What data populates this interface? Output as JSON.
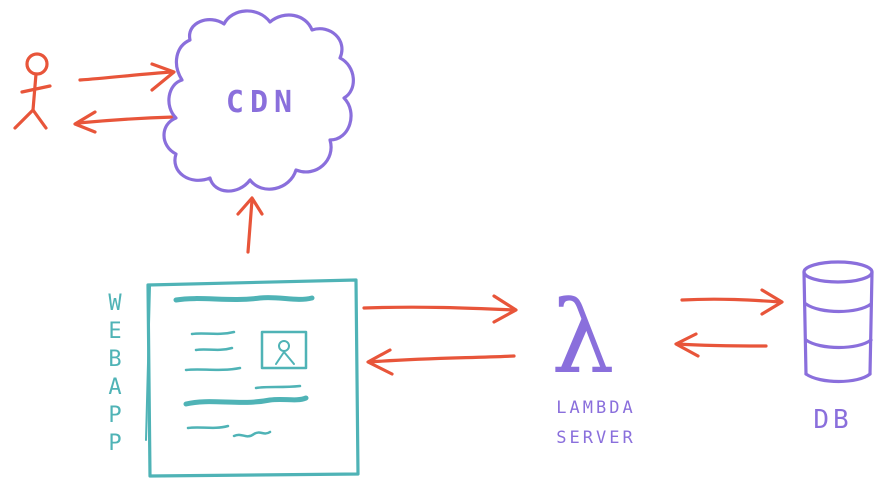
{
  "nodes": {
    "cdn": {
      "label": "CDN"
    },
    "webapp": {
      "label_letters": [
        "W",
        "E",
        "B",
        "A",
        "P",
        "P"
      ]
    },
    "lambda": {
      "symbol": "λ",
      "line1": "LAMBDA",
      "line2": "SERVER"
    },
    "db": {
      "label": "DB"
    }
  },
  "colors": {
    "accent_purple": "#8a6fdc",
    "arrow_orange": "#e8553a",
    "webapp_teal": "#4fb3b6"
  }
}
